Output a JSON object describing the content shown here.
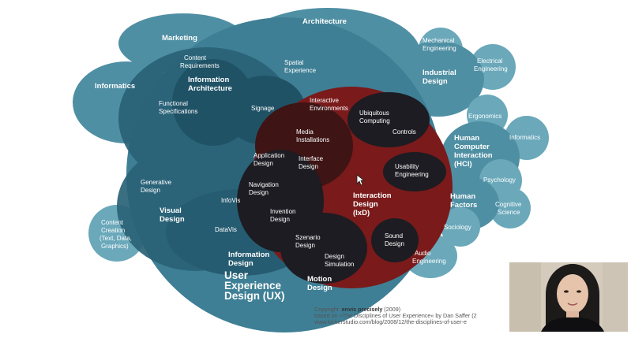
{
  "diagram": {
    "title": "User Experience Design (UX)",
    "title_lines": [
      "User",
      "Experience",
      "Design (UX)"
    ],
    "disciplines": {
      "marketing": "Marketing",
      "architecture": "Architecture",
      "informatics_left": "Informatics",
      "content_requirements": [
        "Content",
        "Requirements"
      ],
      "information_architecture": [
        "Information",
        "Architecture"
      ],
      "spatial_experience": [
        "Spatial",
        "Experience"
      ],
      "functional_specifications": [
        "Functional",
        "Specifications"
      ],
      "signage": "Signage",
      "interactive_environments": [
        "Interactive",
        "Environments"
      ],
      "ubiquitous_computing": [
        "Ubiquitous",
        "Computing"
      ],
      "controls": "Controls",
      "media_installations": [
        "Media",
        "Installations"
      ],
      "application_design": [
        "Application",
        "Design"
      ],
      "interface_design": [
        "Interface",
        "Design"
      ],
      "navigation_design": [
        "Navigation",
        "Design"
      ],
      "generative_design": [
        "Generative",
        "Design"
      ],
      "infovis": "InfoVis",
      "visual_design": [
        "Visual",
        "Design"
      ],
      "invention_design": [
        "Invention",
        "Design"
      ],
      "datavis": "DataVis",
      "interaction_design": [
        "Interaction",
        "Design",
        "(IxD)"
      ],
      "usability_engineering": [
        "Usability",
        "Engineering"
      ],
      "scenario_design": [
        "Szenario",
        "Design"
      ],
      "design_simulation": [
        "Design",
        "Simulation"
      ],
      "sound_design": [
        "Sound",
        "Design"
      ],
      "information_design": [
        "Information",
        "Design"
      ],
      "motion_design": [
        "Motion",
        "Design"
      ],
      "content_creation": [
        "Content",
        "Creation",
        "(Text, Data,",
        "Graphics)"
      ],
      "mechanical_engineering": [
        "Mechanical",
        "Engineering"
      ],
      "electrical_engineering": [
        "Electrical",
        "Engineering"
      ],
      "industrial_design": [
        "Industrial",
        "Design"
      ],
      "ergonomics": "Ergonomics",
      "informatics_right": "Informatics",
      "hci": [
        "Human",
        "Computer",
        "Interaction",
        "(HCI)"
      ],
      "psychology": "Psychology",
      "human_factors": [
        "Human",
        "Factors"
      ],
      "cognitive_science": [
        "Cognitive",
        "Science"
      ],
      "sociology": "Sociology",
      "audio_engineering": [
        "Audio",
        "Engineering"
      ]
    },
    "copyright": {
      "prefix": "Copyright :",
      "author": "envis precisely",
      "year": " (2009)",
      "line2": "based on »The Disciplines of User Experience« by Dan Saffer (2",
      "line3": "www.kickerstudio.com/blog/2008/12/the-disciplines-of-user-e"
    }
  },
  "colors": {
    "teal": "#4f8fa3",
    "teal_light": "#6aa8ba",
    "teal_dark": "#1e4f63",
    "navy_overlap": "#15394a",
    "red": "#7a1a1a",
    "red_dark": "#3e1414",
    "near_black": "#1c1c22"
  },
  "icons": {
    "cursor": "mouse-pointer-icon",
    "presenter": "webcam-presenter"
  }
}
